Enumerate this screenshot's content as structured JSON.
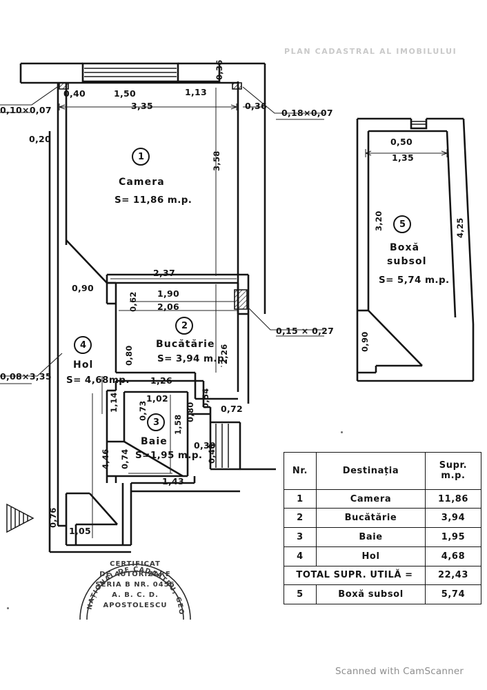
{
  "document": {
    "type": "architectural-floor-plan",
    "header_faded_text": "PLAN CADASTRAL AL IMOBILULUI",
    "watermark": "Scanned with CamScanner"
  },
  "rooms": [
    {
      "num": "1",
      "name": "Camera",
      "area_label": "S= 11,86 m.p."
    },
    {
      "num": "2",
      "name": "Bucătărie",
      "area_label": "S= 3,94 m.p."
    },
    {
      "num": "3",
      "name": "Baie",
      "area_label": "S=1,95 m.p."
    },
    {
      "num": "4",
      "name": "Hol",
      "area_label": "S= 4,68mp."
    },
    {
      "num": "5",
      "name_line1": "Boxă",
      "name_line2": "subsol",
      "area_label": "S= 5,74 m.p."
    }
  ],
  "dimensions": {
    "camera": {
      "win_left": "0,40",
      "win_mid": "1,50",
      "win_right": "1,13",
      "top_total": "3,35",
      "right_top": "0,36",
      "right_notch": "0,36",
      "left_wall": "0,20",
      "height": "3,58"
    },
    "kitchen": {
      "top_outer": "2,37",
      "left_notch": "0,62",
      "inner_w1": "1,90",
      "inner_w2": "2,06",
      "height": "2,26",
      "left_h": "0,80",
      "bottom": "1,26",
      "right_small": "0,54",
      "right_bottom": "0,72"
    },
    "bath": {
      "top": "1,02",
      "left": "0,73",
      "inner_h": "1,58",
      "right_h": "0,80",
      "bottom": "1,43",
      "side_a": "0,39",
      "side_b": "0,48"
    },
    "hall": {
      "door": "0,90",
      "small_h": "1,14",
      "total_h": "4,46",
      "diag": "0,74",
      "bottom_a": "0,76",
      "bottom_b": "1,05"
    },
    "basement": {
      "window": "0,50",
      "top_inner": "1,35",
      "left_h": "3,20",
      "right_h": "4,25",
      "bottom_door": "0,90"
    },
    "annotations": [
      {
        "id": "ann-left-top",
        "text": "0,10×0,07"
      },
      {
        "id": "ann-right-top",
        "text": "0,18×0,07"
      },
      {
        "id": "ann-left-mid",
        "text": "0,08×3,35"
      },
      {
        "id": "ann-kitchen-col",
        "text": "0,15 × 0,27"
      }
    ]
  },
  "table": {
    "headers": {
      "nr": "Nr.",
      "dest": "Destinația",
      "sup": "Supr. m.p."
    },
    "rows": [
      {
        "nr": "1",
        "dest": "Camera",
        "sup": "11,86"
      },
      {
        "nr": "2",
        "dest": "Bucătărie",
        "sup": "3,94"
      },
      {
        "nr": "3",
        "dest": "Baie",
        "sup": "1,95"
      },
      {
        "nr": "4",
        "dest": "Hol",
        "sup": "4,68"
      }
    ],
    "total_label": "TOTAL  SUPR. UTILĂ   =",
    "total_value": "22,43",
    "extra_row": {
      "nr": "5",
      "dest": "Boxă subsol",
      "sup": "5,74"
    }
  },
  "stamp": {
    "arc_top": "NAȚIONAL DE CADASTRU, GEODEZIE ȘI CARTO",
    "line1": "CERTIFICAT",
    "line2": "DE AUTORIZARE",
    "line3": "SERIA B NR. 0456",
    "line4": "A. B. C. D.",
    "line5": "APOSTOLESCU"
  },
  "colors": {
    "ink": "#141414",
    "paper": "#ffffff",
    "faded": "#c9c9c9",
    "watermark": "#8e8e8e"
  }
}
